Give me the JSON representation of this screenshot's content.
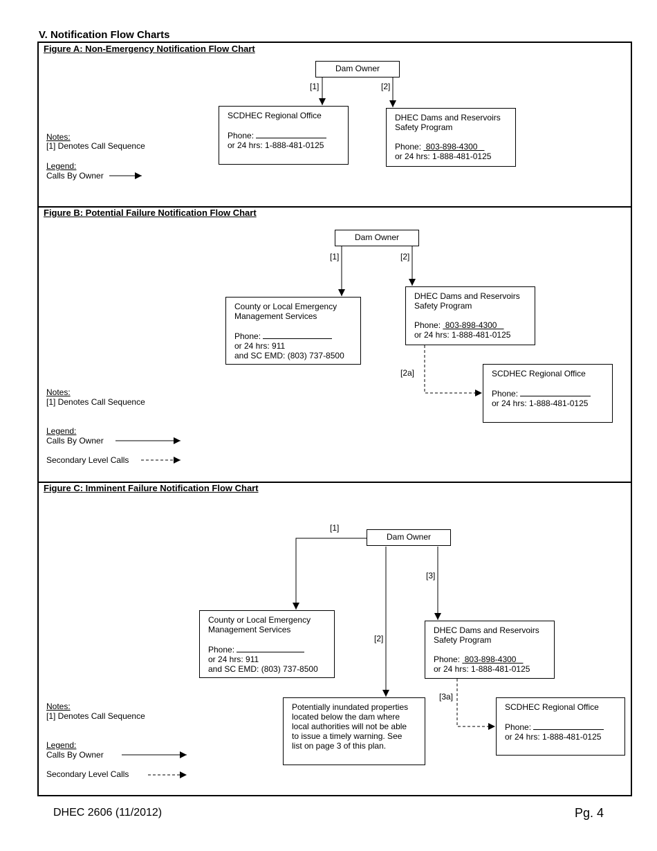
{
  "section_title": "V. Notification Flow Charts",
  "common": {
    "dam_owner": "Dam Owner",
    "phone_label": "Phone:",
    "notes_title": "Notes:",
    "notes_text": "[1] Denotes Call Sequence",
    "legend_title": "Legend:",
    "calls_by_owner": "Calls By Owner",
    "secondary_calls": "Secondary Level Calls",
    "dhec_program_l1": "DHEC Dams and Reservoirs",
    "dhec_program_l2": "Safety Program",
    "dhec_phone": "803-898-4300",
    "hotline": "or 24 hrs: 1-888-481-0125",
    "regional_office": "SCDHEC Regional Office",
    "county_l1": "County or Local Emergency",
    "county_l2": "Management Services",
    "county_911": "or 24 hrs: 911",
    "county_emd": "and SC EMD: (803) 737-8500"
  },
  "figure_a": {
    "title": "Figure A: Non-Emergency Notification Flow Chart",
    "seq1": "[1]",
    "seq2": "[2]"
  },
  "figure_b": {
    "title": "Figure B: Potential Failure Notification Flow Chart",
    "seq1": "[1]",
    "seq2": "[2]",
    "seq2a": "[2a]"
  },
  "figure_c": {
    "title": "Figure C: Imminent Failure Notification Flow Chart",
    "seq1": "[1]",
    "seq2": "[2]",
    "seq3": "[3]",
    "seq3a": "[3a]",
    "inundated_l1": "Potentially inundated properties",
    "inundated_l2": "located below the dam where",
    "inundated_l3": "local authorities will not be able",
    "inundated_l4": "to issue a timely warning. See",
    "inundated_l5": "list on page 3 of this plan."
  },
  "footer": {
    "form_id": "DHEC 2606 (11/2012)",
    "page": "Pg. 4"
  }
}
